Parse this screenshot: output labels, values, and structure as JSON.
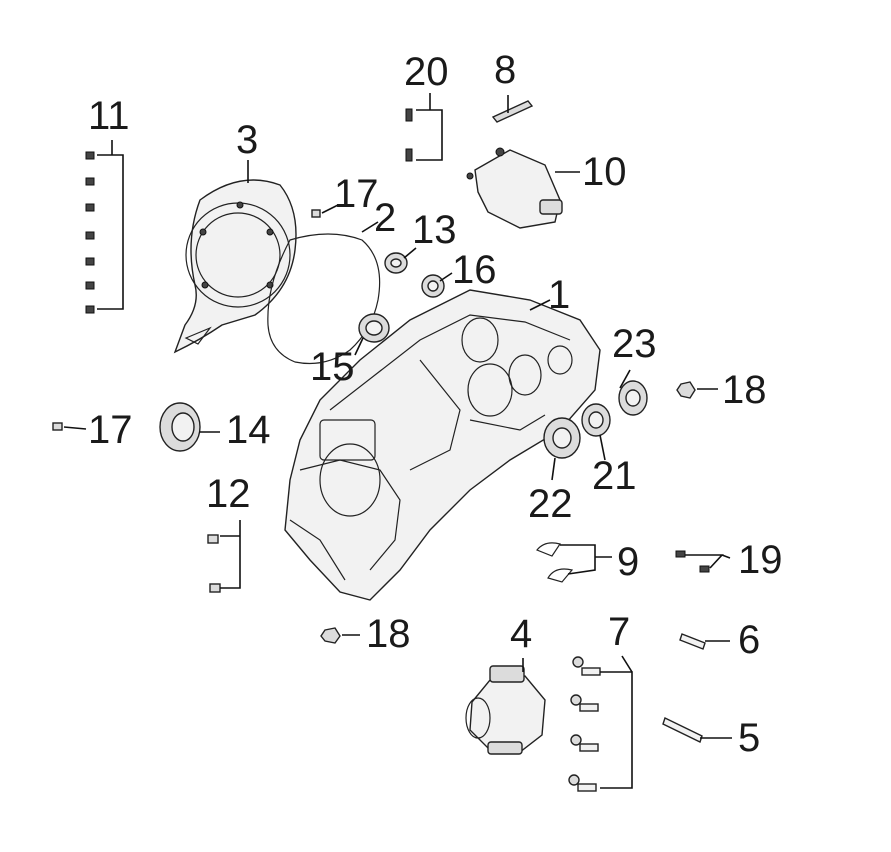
{
  "callouts": {
    "c1": "1",
    "c2": "2",
    "c3": "3",
    "c4": "4",
    "c5": "5",
    "c6": "6",
    "c7": "7",
    "c8": "8",
    "c9": "9",
    "c10": "10",
    "c11": "11",
    "c12": "12",
    "c13": "13",
    "c14": "14",
    "c15": "15",
    "c16": "16",
    "c17a": "17",
    "c17b": "17",
    "c18a": "18",
    "c18b": "18",
    "c19": "19",
    "c20": "20",
    "c21": "21",
    "c22": "22",
    "c23": "23"
  }
}
